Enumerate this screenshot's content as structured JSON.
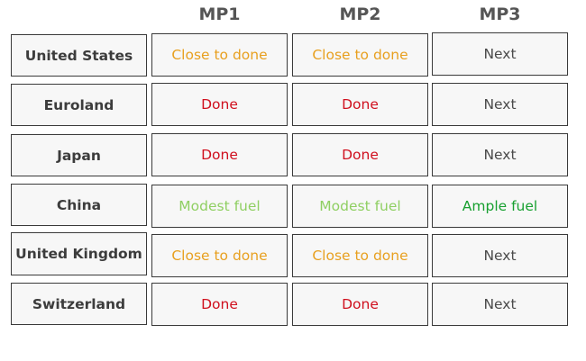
{
  "columns": [
    "MP1",
    "MP2",
    "MP3"
  ],
  "rows": [
    {
      "label": "United States",
      "cells": [
        "Close to done",
        "Close to done",
        "Next"
      ],
      "statuses": [
        "close",
        "close",
        "next"
      ]
    },
    {
      "label": "Euroland",
      "cells": [
        "Done",
        "Done",
        "Next"
      ],
      "statuses": [
        "done",
        "done",
        "next"
      ]
    },
    {
      "label": "Japan",
      "cells": [
        "Done",
        "Done",
        "Next"
      ],
      "statuses": [
        "done",
        "done",
        "next"
      ]
    },
    {
      "label": "China",
      "cells": [
        "Modest fuel",
        "Modest fuel",
        "Ample fuel"
      ],
      "statuses": [
        "modest",
        "modest",
        "ample"
      ]
    },
    {
      "label": "United Kingdom",
      "cells": [
        "Close to done",
        "Close to done",
        "Next"
      ],
      "statuses": [
        "close",
        "close",
        "next"
      ]
    },
    {
      "label": "Switzerland",
      "cells": [
        "Done",
        "Done",
        "Next"
      ],
      "statuses": [
        "done",
        "done",
        "next"
      ]
    }
  ],
  "status_colors": {
    "next": "#4a4a4a",
    "done": "#d0101e",
    "close": "#e8a020",
    "modest": "#8fcf62",
    "ample": "#18a030"
  }
}
